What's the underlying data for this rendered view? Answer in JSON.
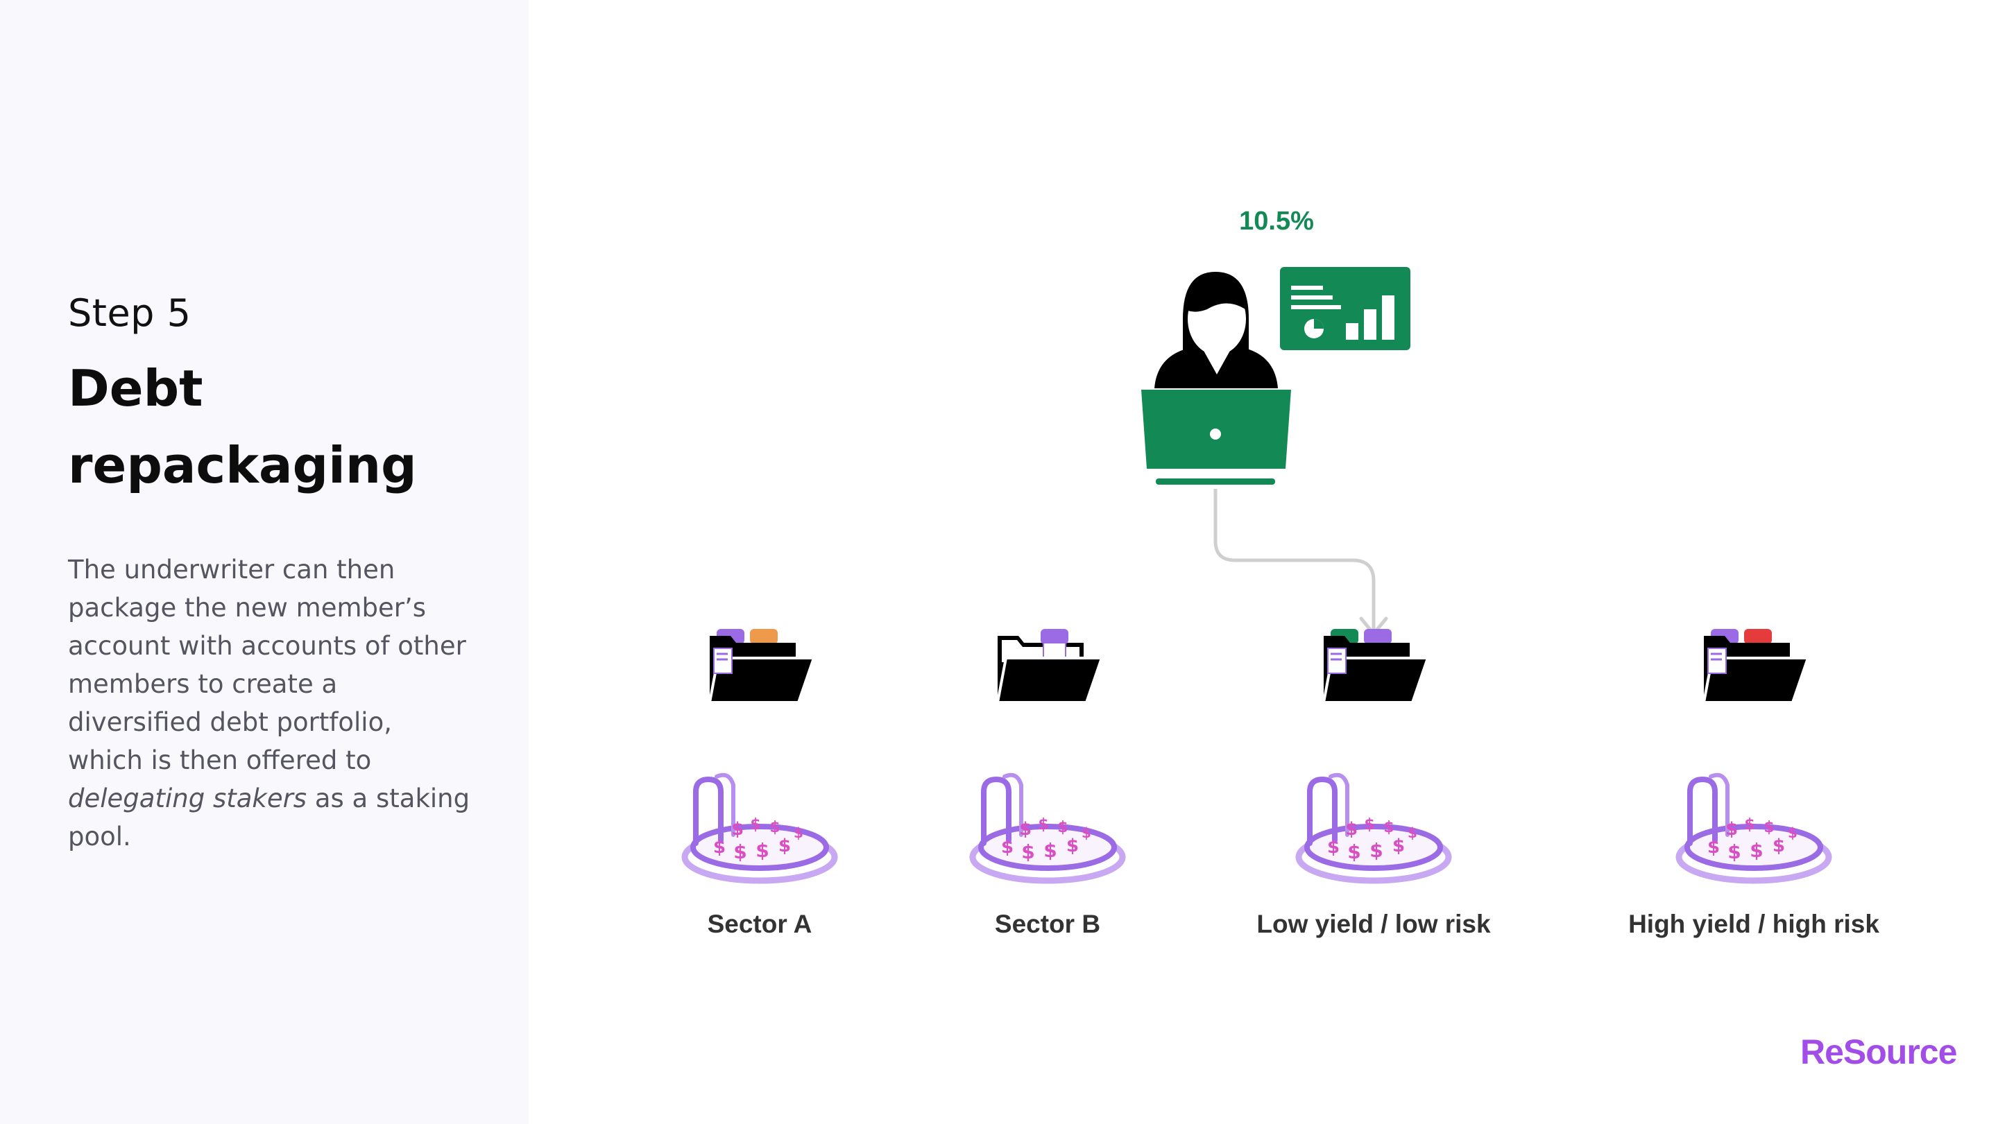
{
  "sidebar": {
    "step": "Step 5",
    "title_line1": "Debt",
    "title_line2": "repackaging",
    "body_before": "The underwriter can then package the new member’s account with accounts of other members to create a diversified debt portfolio, which is then offered to ",
    "body_emphasis": "delegating stakers",
    "body_after": " as a staking pool."
  },
  "diagram": {
    "percent_label": "10.5%",
    "pools": [
      {
        "label": "Sector A",
        "tab_colors": [
          "#9b6be6",
          "#ef9a4a"
        ]
      },
      {
        "label": "Sector B",
        "tab_colors": [
          "#9b6be6"
        ]
      },
      {
        "label": "Low yield / low risk",
        "tab_colors": [
          "#138a55",
          "#9b6be6"
        ]
      },
      {
        "label": "High yield / high risk",
        "tab_colors": [
          "#9b6be6",
          "#e53b3b"
        ]
      }
    ]
  },
  "brand": {
    "logo_text": "ReSource",
    "accent": "#138a55",
    "purple": "#a24de8"
  }
}
